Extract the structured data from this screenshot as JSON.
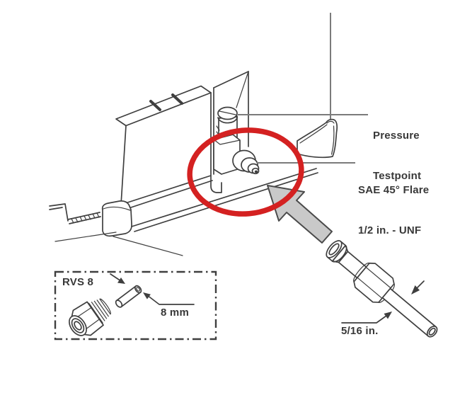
{
  "colors": {
    "background": "#ffffff",
    "line": "#3f3f3f",
    "leader": "#7b7b7b",
    "text": "#383838",
    "highlight": "#d42121",
    "arrow_fill": "#c9c9c9",
    "arrow_edge": "#4a4a4a"
  },
  "labels": {
    "pressure_testpoint": {
      "line1": "Pressure",
      "line2": "Testpoint"
    },
    "sae_flare": {
      "line1": "SAE 45° Flare",
      "line2": "1/2 in. - UNF"
    },
    "inset_title": "RVS 8",
    "inset_tube_diameter": "8 mm",
    "tube_diameter": "5/16 in."
  }
}
